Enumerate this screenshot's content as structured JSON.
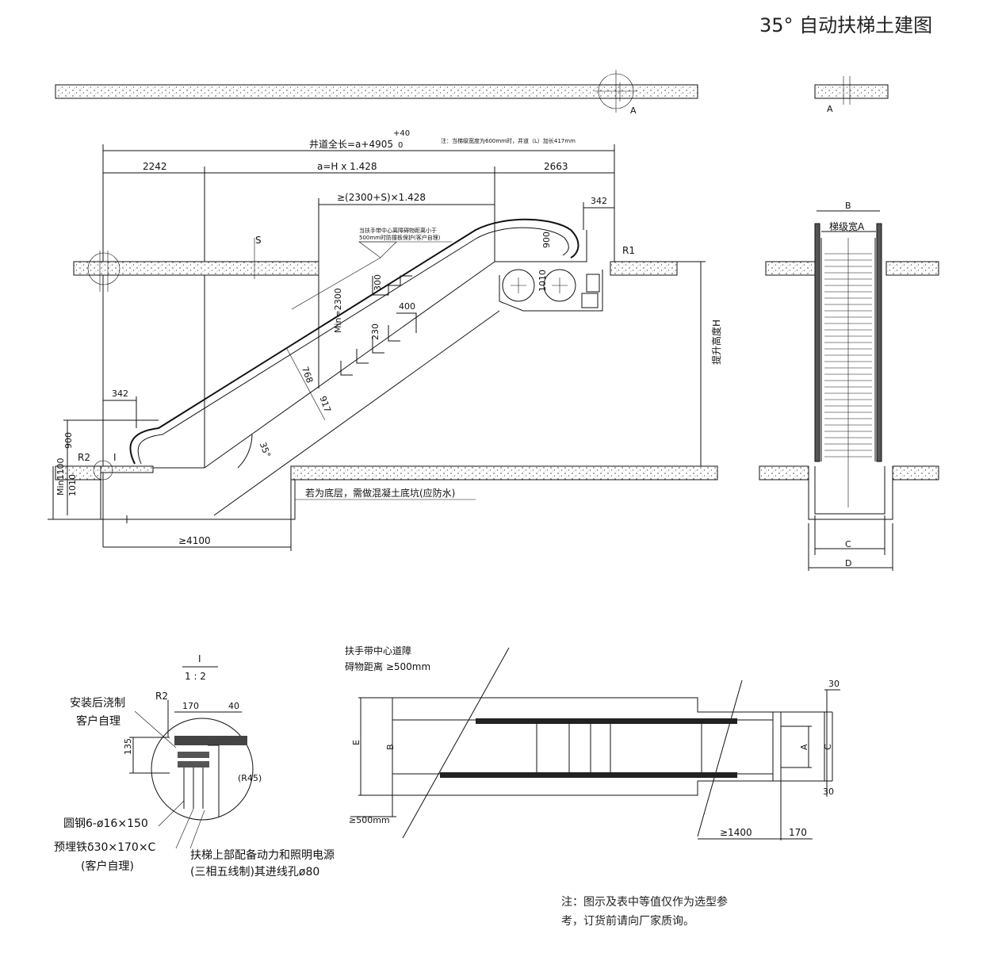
{
  "title": "35° 自动扶梯土建图",
  "note": {
    "line1": "注：图示及表中等值仅作为选型参",
    "line2": "考，订货前请向厂家质询。"
  },
  "elevation": {
    "total_length_label": "井道全长=a+4905",
    "tolerance_plus": "+40",
    "tolerance_zero": "0",
    "step_width_note": "注：当梯级宽度为600mm时，井道（L）加长417mm",
    "dim_2242": "2242",
    "dim_a": "a=H x 1.428",
    "dim_2663": "2663",
    "dim_2300s": "≥(2300+S)×1.428",
    "dim_342_top": "342",
    "dim_342_bottom": "342",
    "label_s": "S",
    "label_r1": "R1",
    "label_r2": "R2",
    "label_i": "I",
    "label_a_top": "A",
    "label_a_side": "A",
    "handrail_note_1": "当扶手带中心离障碍物距离小于",
    "handrail_note_2": "500mm时防撞板保护(客户自理)",
    "dim_900_top": "900",
    "dim_1010_top": "1010",
    "dim_300": "300",
    "dim_400": "400",
    "dim_230": "230",
    "dim_min2300": "Min=2300",
    "dim_768": "768",
    "dim_917": "917",
    "angle": "35°",
    "rise_label": "提升高度H",
    "dim_900_bottom": "900",
    "dim_1010_bottom": "1010",
    "dim_min1100": "Min1100",
    "pit_note": "若为底层，需做混凝土底坑(应防水)",
    "dim_4100": "≥4100"
  },
  "side_view": {
    "label_b": "B",
    "label_step_width": "梯级宽A",
    "label_c": "C",
    "label_d": "D"
  },
  "detail": {
    "title_i": "I",
    "scale": "1 : 2",
    "label_r2": "R2",
    "dim_170": "170",
    "dim_40": "40",
    "dim_135": "135",
    "label_r45": "(R45)",
    "note_cast_1": "安装后浇制",
    "note_cast_2": "客户自理",
    "note_rod": "圆钢6-ø16×150",
    "note_embed_1": "预埋铁δ30×170×C",
    "note_embed_2": "(客户自理)",
    "note_power_1": "扶梯上部配备动力和照明电源",
    "note_power_2": "(三相五线制)其进线孔ø80"
  },
  "plan_view": {
    "note_1": "扶手带中心道障",
    "note_2": "碍物距离 ≥500mm",
    "label_e": "E",
    "label_b": "B",
    "label_a": "A",
    "label_c": "C",
    "dim_30_top": "30",
    "dim_30_bottom": "30",
    "dim_500": "≥500mm",
    "dim_1400": "≥1400",
    "dim_170": "170"
  }
}
